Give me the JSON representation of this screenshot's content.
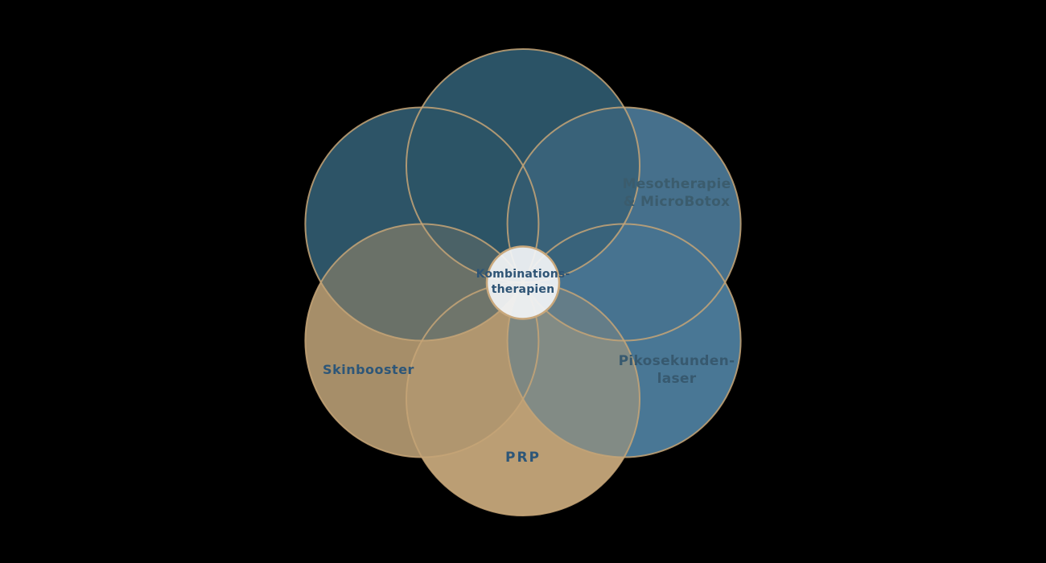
{
  "background_color": "#000000",
  "diagram": {
    "type": "venn-flower",
    "description": "Six overlapping circles arranged in a flower pattern around a central hub circle",
    "stroke_color": "#c6a577",
    "center_circle_fill": "#f2f4f6",
    "center_circle_stroke": "#c9a87c",
    "circles": [
      {
        "name": "top",
        "color": "#2b5366",
        "label": ""
      },
      {
        "name": "top-left",
        "color": "#2d5467",
        "label": ""
      },
      {
        "name": "top-right",
        "color": "#46708c",
        "label": "Mesotherapie & MicroBotox"
      },
      {
        "name": "bottom-right",
        "color": "#497795",
        "label": "Pikosekunden-laser"
      },
      {
        "name": "bottom-left",
        "color": "#a68e69",
        "label": "Skinbooster"
      },
      {
        "name": "bottom",
        "color": "#bb9e74",
        "label": "PRP"
      }
    ],
    "labels": {
      "mesotherapie": {
        "line1": "Mesotherapie",
        "line2": "& MicroBotox",
        "color": "#3b5c6d"
      },
      "pikosekunden": {
        "line1": "Pikosekunden-",
        "line2": "laser",
        "color": "#37596f"
      },
      "skinbooster": {
        "text": "Skinbooster",
        "color": "#2d5678"
      },
      "prp": {
        "text": "PRP",
        "color": "#2d5678"
      },
      "center": {
        "line1": "Kombinations-",
        "line2": "therapien",
        "color": "#2e5475"
      }
    }
  }
}
